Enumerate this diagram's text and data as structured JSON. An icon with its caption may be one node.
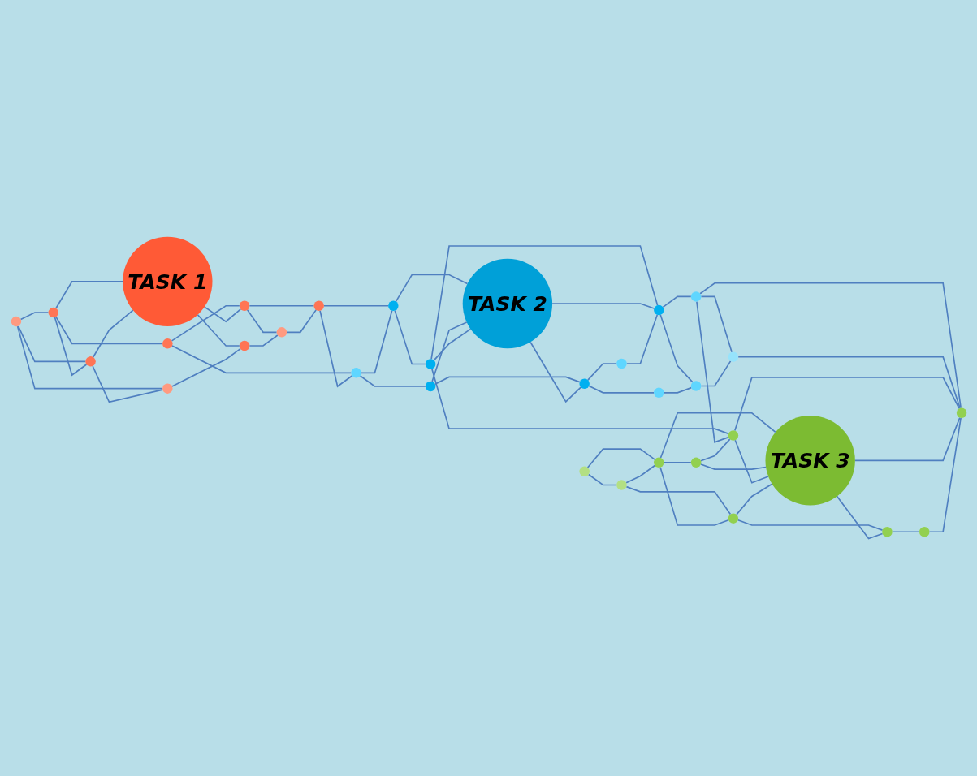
{
  "diagram": {
    "nodes": [
      {
        "text": [],
        "shape": "circle"
      },
      {
        "text": [],
        "shape": "circle"
      },
      {
        "text": [],
        "shape": "circle"
      },
      {
        "text": [],
        "shape": "circle"
      },
      {
        "text": [
          "TASK 1"
        ]
      },
      {
        "text": [],
        "shape": "circle"
      },
      {
        "text": [],
        "shape": "circle"
      },
      {
        "text": [],
        "shape": "circle"
      },
      {
        "text": [],
        "shape": "circle"
      },
      {
        "text": [],
        "shape": "circle"
      },
      {
        "text": [],
        "shape": "circle"
      },
      {
        "text": [],
        "shape": "circle"
      },
      {
        "text": [],
        "shape": "circle"
      },
      {
        "text": [],
        "shape": "circle"
      },
      {
        "text": [
          "TASK 2"
        ]
      },
      {
        "text": [],
        "shape": "circle"
      },
      {
        "text": [],
        "shape": "circle"
      },
      {
        "text": [],
        "shape": "circle"
      },
      {
        "text": [],
        "shape": "circle"
      },
      {
        "text": [],
        "shape": "circle"
      },
      {
        "text": [],
        "shape": "circle"
      },
      {
        "text": [],
        "shape": "circle"
      },
      {
        "text": [],
        "shape": "circle"
      },
      {
        "text": [],
        "shape": "circle"
      },
      {
        "text": [],
        "shape": "circle"
      },
      {
        "text": [],
        "shape": "circle"
      },
      {
        "text": [],
        "shape": "circle"
      },
      {
        "text": [],
        "shape": "circle"
      },
      {
        "text": [
          "TASK 3"
        ]
      },
      {
        "text": [],
        "shape": "circle"
      },
      {
        "text": [],
        "shape": "circle"
      },
      {
        "text": [],
        "shape": "circle"
      }
    ],
    "edges": [
      {
        "from": 0,
        "to": 1,
        "arrow": "none"
      },
      {
        "from": 0,
        "to": 3,
        "arrow": "none"
      },
      {
        "from": 0,
        "to": 6,
        "arrow": "none"
      },
      {
        "from": 1,
        "to": 3,
        "arrow": "none"
      },
      {
        "from": 1,
        "to": 4,
        "arrow": "none"
      },
      {
        "from": 1,
        "to": 2,
        "arrow": "none"
      },
      {
        "from": 2,
        "to": 5,
        "arrow": "none"
      },
      {
        "from": 3,
        "to": 4,
        "arrow": "none"
      },
      {
        "from": 3,
        "to": 6,
        "arrow": "none"
      },
      {
        "from": 4,
        "to": 5,
        "arrow": "none"
      },
      {
        "from": 4,
        "to": 7,
        "arrow": "none"
      },
      {
        "from": 5,
        "to": 8,
        "arrow": "none"
      },
      {
        "from": 5,
        "to": 9,
        "arrow": "none"
      },
      {
        "from": 6,
        "to": 7,
        "arrow": "none"
      },
      {
        "from": 7,
        "to": 8,
        "arrow": "none"
      },
      {
        "from": 8,
        "to": 9,
        "arrow": "none"
      },
      {
        "from": 2,
        "to": 10,
        "arrow": "none"
      },
      {
        "from": 9,
        "to": 10,
        "arrow": "none"
      },
      {
        "from": 9,
        "to": 11,
        "arrow": "none"
      },
      {
        "from": 10,
        "to": 11,
        "arrow": "none"
      },
      {
        "from": 10,
        "to": 12,
        "arrow": "none"
      },
      {
        "from": 11,
        "to": 13,
        "arrow": "none"
      },
      {
        "from": 11,
        "to": 14,
        "arrow": "none"
      },
      {
        "from": 12,
        "to": 14,
        "arrow": "none"
      },
      {
        "from": 12,
        "to": 15,
        "arrow": "none"
      },
      {
        "from": 13,
        "to": 14,
        "arrow": "none"
      },
      {
        "from": 14,
        "to": 15,
        "arrow": "none"
      },
      {
        "from": 15,
        "to": 16,
        "arrow": "none"
      },
      {
        "from": 15,
        "to": 18,
        "arrow": "none"
      },
      {
        "from": 13,
        "to": 26,
        "arrow": "none"
      },
      {
        "from": 13,
        "to": 17,
        "arrow": "none"
      },
      {
        "from": 14,
        "to": 17,
        "arrow": "none"
      },
      {
        "from": 16,
        "to": 17,
        "arrow": "none"
      },
      {
        "from": 17,
        "to": 19,
        "arrow": "none"
      },
      {
        "from": 17,
        "to": 20,
        "arrow": "none"
      },
      {
        "from": 18,
        "to": 20,
        "arrow": "none"
      },
      {
        "from": 19,
        "to": 26,
        "arrow": "none"
      },
      {
        "from": 19,
        "to": 29,
        "arrow": "none"
      },
      {
        "from": 19,
        "to": 21,
        "arrow": "none"
      },
      {
        "from": 20,
        "to": 21,
        "arrow": "none"
      },
      {
        "from": 21,
        "to": 29,
        "arrow": "none"
      },
      {
        "from": 22,
        "to": 24,
        "arrow": "none"
      },
      {
        "from": 22,
        "to": 23,
        "arrow": "none"
      },
      {
        "from": 23,
        "to": 24,
        "arrow": "none"
      },
      {
        "from": 23,
        "to": 27,
        "arrow": "none"
      },
      {
        "from": 24,
        "to": 25,
        "arrow": "none"
      },
      {
        "from": 24,
        "to": 27,
        "arrow": "none"
      },
      {
        "from": 24,
        "to": 28,
        "arrow": "none"
      },
      {
        "from": 25,
        "to": 26,
        "arrow": "none"
      },
      {
        "from": 25,
        "to": 28,
        "arrow": "none"
      },
      {
        "from": 26,
        "to": 28,
        "arrow": "none"
      },
      {
        "from": 26,
        "to": 29,
        "arrow": "none"
      },
      {
        "from": 27,
        "to": 28,
        "arrow": "none"
      },
      {
        "from": 27,
        "to": 30,
        "arrow": "none"
      },
      {
        "from": 28,
        "to": 29,
        "arrow": "none"
      },
      {
        "from": 28,
        "to": 30,
        "arrow": "none"
      },
      {
        "from": 30,
        "to": 31,
        "arrow": "none"
      },
      {
        "from": 31,
        "to": 29,
        "arrow": "none"
      }
    ]
  }
}
